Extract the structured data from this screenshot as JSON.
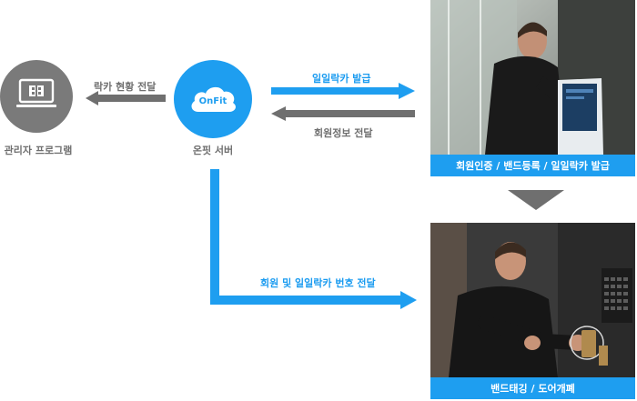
{
  "nodes": {
    "admin": {
      "label": "관리자 프로그램",
      "icon": "monitor-icon"
    },
    "server": {
      "label": "온핏 서버",
      "logo": "OnFit",
      "icon": "cloud-icon"
    }
  },
  "arrows": {
    "locker_status": "락카 현황 전달",
    "daily_locker_issue": "일일락카 발급",
    "member_info": "회원정보 전달",
    "member_locker_number": "회원 및 일일락카 번호 전달"
  },
  "panels": {
    "kiosk": {
      "caption": "회원인증 / 밴드등록 / 일일락카 발급"
    },
    "door": {
      "caption": "밴드태깅 / 도어개폐"
    }
  },
  "colors": {
    "gray": "#6f6f6f",
    "blue": "#1a9bf0",
    "blue_light": "#1e9ef0"
  }
}
